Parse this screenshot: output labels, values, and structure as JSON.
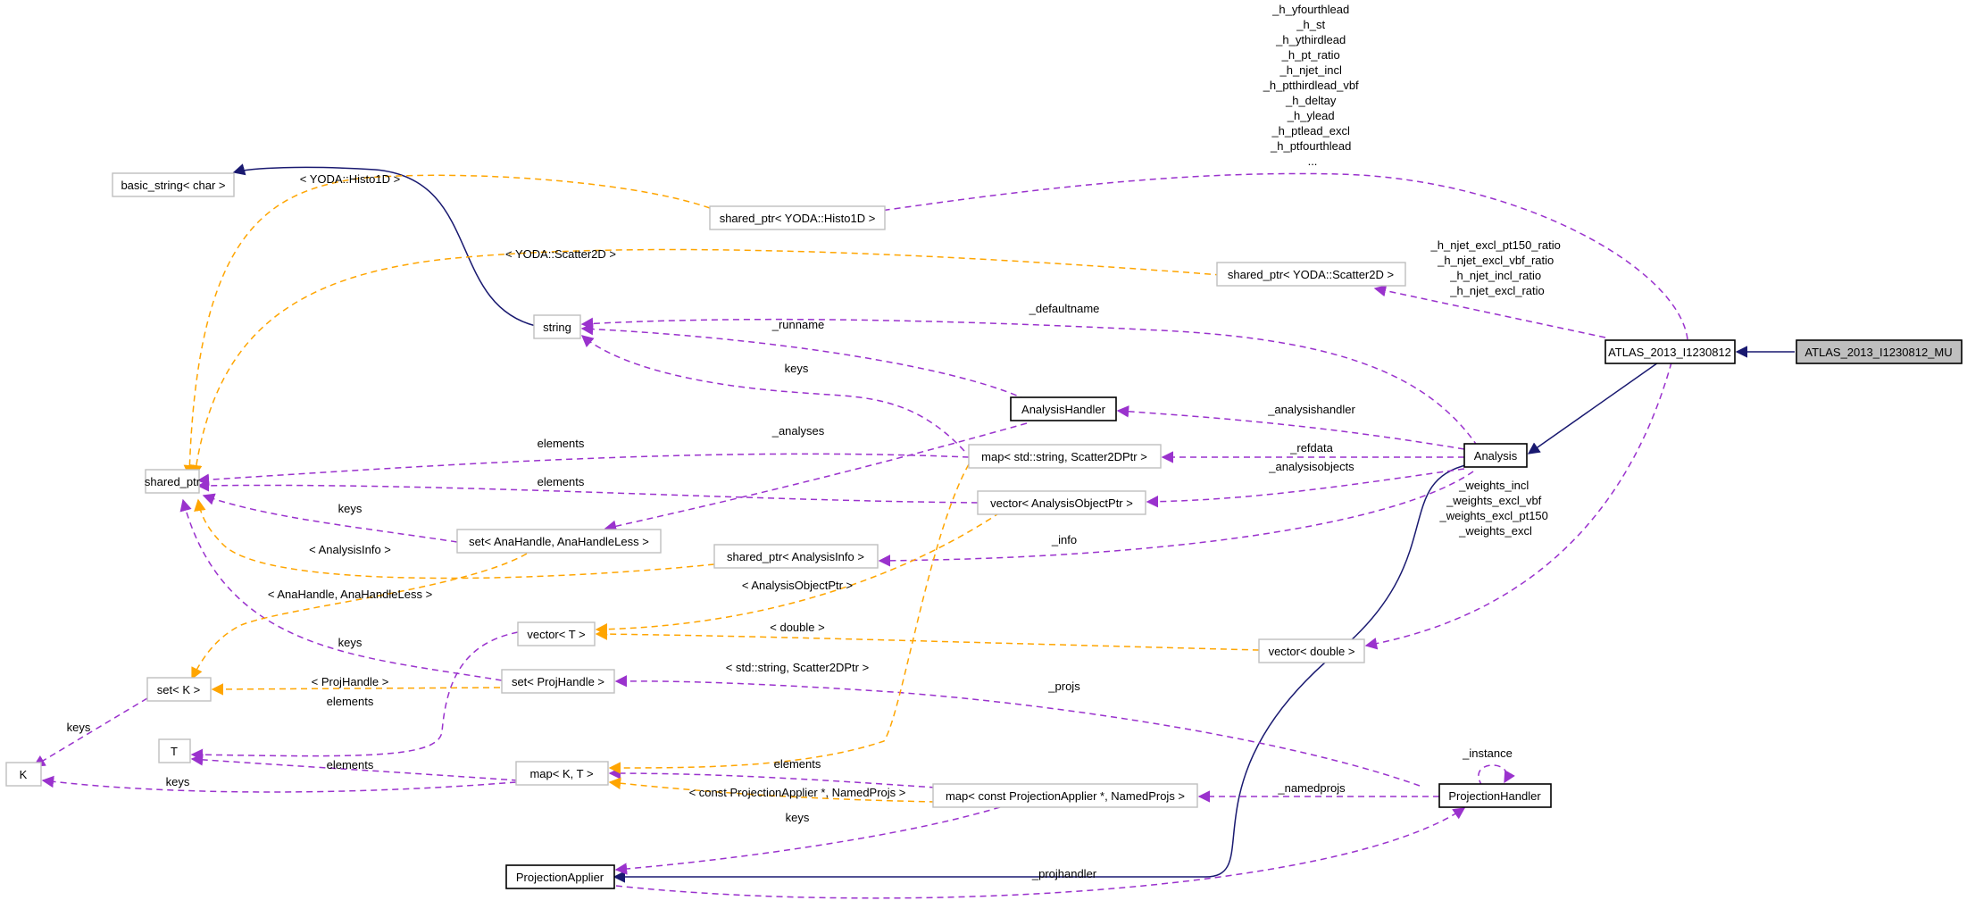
{
  "colors": {
    "inheritance": "#191970",
    "usage": "#9a32cd",
    "template": "#ffa500",
    "node_border_external": "#bfbfbf",
    "node_border_documented": "#000000",
    "node_highlight_fill": "#bfbfbf"
  },
  "nodes": {
    "atlas_mu": "ATLAS_2013_I1230812_MU",
    "atlas": "ATLAS_2013_I1230812",
    "analysis": "Analysis",
    "analysishandler": "AnalysisHandler",
    "projectionhandler": "ProjectionHandler",
    "projectionapplier": "ProjectionApplier",
    "shared_ptr": "shared_ptr",
    "basic_string": "basic_string< char >",
    "string": "string",
    "sp_histo1d": "shared_ptr< YODA::Histo1D >",
    "sp_scatter2d": "shared_ptr< YODA::Scatter2D >",
    "map_scatter": "map< std::string, Scatter2DPtr >",
    "vec_aop": "vector< AnalysisObjectPtr >",
    "sp_info": "shared_ptr< AnalysisInfo >",
    "set_anahandle": "set< AnaHandle, AnaHandleLess >",
    "vector_t": "vector< T >",
    "set_projhandle": "set< ProjHandle >",
    "set_k": "set< K >",
    "k": "K",
    "t": "T",
    "map_kt": "map< K, T >",
    "map_projapplier": "map< const ProjectionApplier *, NamedProjs >",
    "vec_double": "vector< double >"
  },
  "labels": {
    "yoda_histo1d": "< YODA::Histo1D >",
    "yoda_scatter2d": "< YODA::Scatter2D >",
    "analysisinfo_tmpl": "< AnalysisInfo >",
    "anahandle_tmpl": "< AnaHandle, AnaHandleLess >",
    "analysisobjectptr_tmpl": "< AnalysisObjectPtr >",
    "double_tmpl": "< double >",
    "projhandle_tmpl": "< ProjHandle >",
    "string_scatter_tmpl": "< std::string, Scatter2DPtr >",
    "projapplier_tmpl": "< const ProjectionApplier *, NamedProjs >",
    "defaultname": "_defaultname",
    "runname": "_runname",
    "keys_string": "keys",
    "analyses": "_analyses",
    "elements_map_scatter": "elements",
    "elements_vec_aop": "elements",
    "keys_set_anahandle": "keys",
    "keys_set_projhandle": "keys",
    "keys_set_k": "keys",
    "elements_vector_t": "elements",
    "elements_map_kt_t": "elements",
    "keys_map_kt": "keys",
    "elements_map_projapplier": "elements",
    "keys_map_projapplier": "keys",
    "analysishandler_edge": "_analysishandler",
    "refdata": "_refdata",
    "analysisobjects": "_analysisobjects",
    "info": "_info",
    "projs": "_projs",
    "namedprojs": "_namedprojs",
    "instance": "_instance",
    "projhandler": "_projhandler",
    "histo_members": [
      "_h_yfourthlead",
      "_h_st",
      "_h_ythirdlead",
      "_h_pt_ratio",
      "_h_njet_incl",
      "_h_ptthirdlead_vbf",
      "_h_deltay",
      "_h_ylead",
      "_h_ptlead_excl",
      "_h_ptfourthlead",
      "..."
    ],
    "scatter_members": [
      "_h_njet_excl_pt150_ratio",
      "_h_njet_excl_vbf_ratio",
      "_h_njet_incl_ratio",
      "_h_njet_excl_ratio"
    ],
    "weights_members": [
      "_weights_incl",
      "_weights_excl_vbf",
      "_weights_excl_pt150",
      "_weights_excl"
    ]
  }
}
